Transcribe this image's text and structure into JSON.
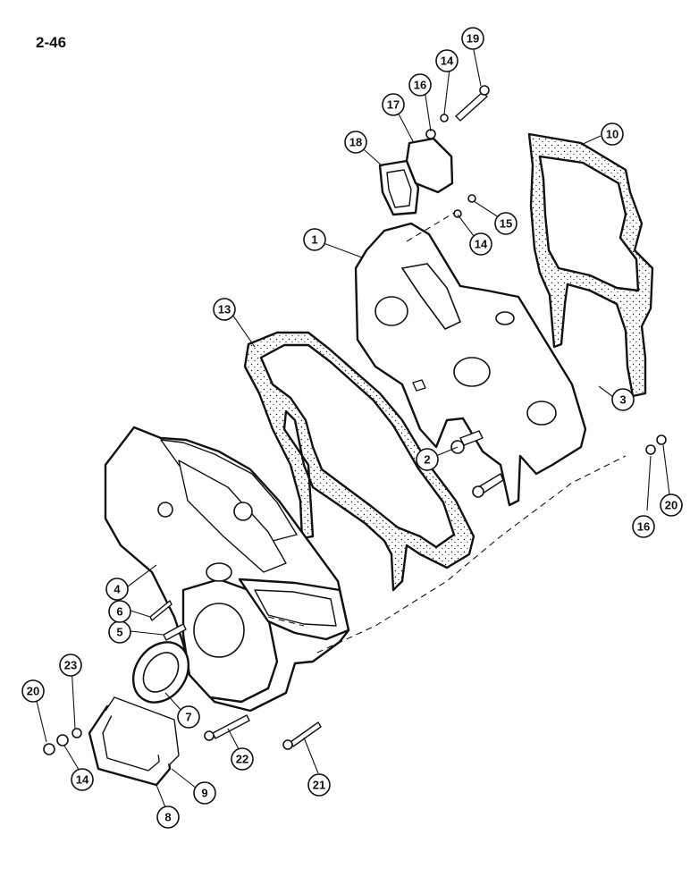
{
  "page_number": "2-46",
  "callouts": [
    "1",
    "2",
    "3",
    "4",
    "5",
    "6",
    "7",
    "8",
    "9",
    "10",
    "13",
    "14",
    "14",
    "14",
    "15",
    "16",
    "16",
    "17",
    "18",
    "19",
    "20",
    "20",
    "21",
    "22",
    "23"
  ],
  "colors": {
    "ink": "#111111",
    "paper": "#ffffff"
  }
}
